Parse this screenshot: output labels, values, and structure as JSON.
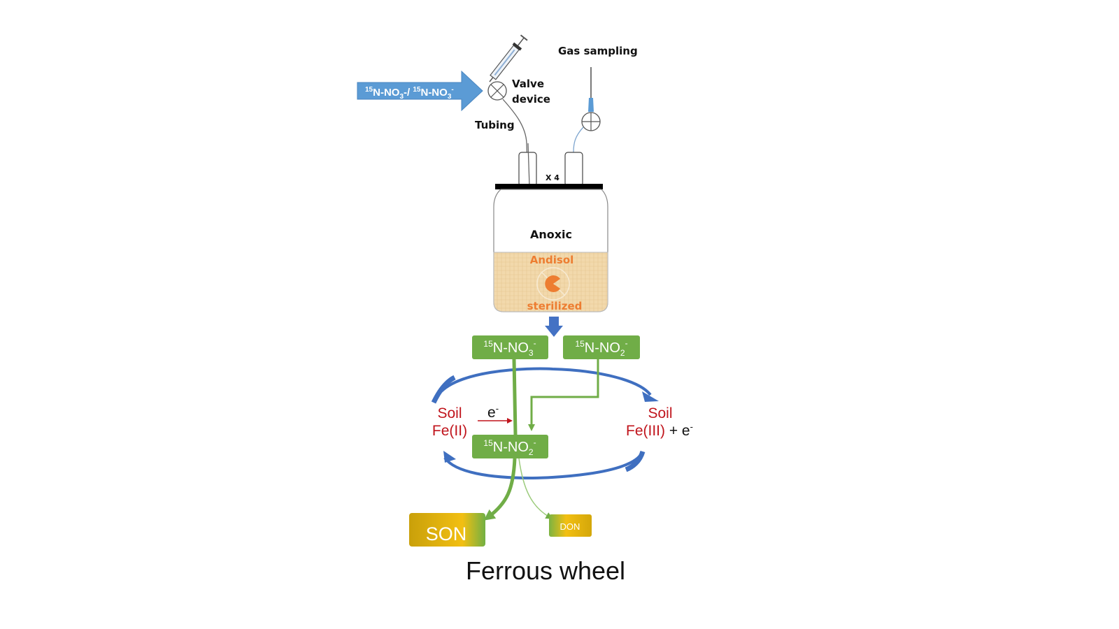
{
  "apparatus": {
    "inlet_arrow": {
      "main": "15",
      "text1": "N-NO",
      "sub1": "3",
      "sep": "-/ ",
      "sup2": "15",
      "text2": "N-NO",
      "sub2": "3",
      "charge": "-"
    },
    "valve_label": [
      "Valve",
      "device"
    ],
    "tubing_label": "Tubing",
    "gas_sampling_label": "Gas sampling",
    "replicate_label": "X 4",
    "headspace_label": "Anoxic",
    "soil_label": "Andisol",
    "treatment_label": "sterilized"
  },
  "pathway": {
    "nitrate_box": {
      "sup": "15",
      "text": "N-NO",
      "sub": "3",
      "charge": "-"
    },
    "nitrite_box_top": {
      "sup": "15",
      "text": "N-NO",
      "sub": "2",
      "charge": "-"
    },
    "nitrite_box_center": {
      "sup": "15",
      "text": "N-NO",
      "sub": "2",
      "charge": "-"
    },
    "left_label": [
      "Soil",
      "Fe(II)"
    ],
    "electron_label": "e",
    "electron_charge": "-",
    "right_label_line1": "Soil",
    "right_label_fe": "Fe(III)",
    "right_label_plus": " + e",
    "right_label_charge": "-",
    "son_label": "SON",
    "don_label": "DON",
    "title": "Ferrous wheel"
  },
  "colors": {
    "inlet_blue": "#5b9bd5",
    "wheel_blue": "#3f6fc0",
    "green_box": "#70ad47",
    "soil_orange": "#ed7d31",
    "soil_fill": "#f0d6a8",
    "fe_red": "#c0141c",
    "son_gold": "#d4a70a"
  }
}
